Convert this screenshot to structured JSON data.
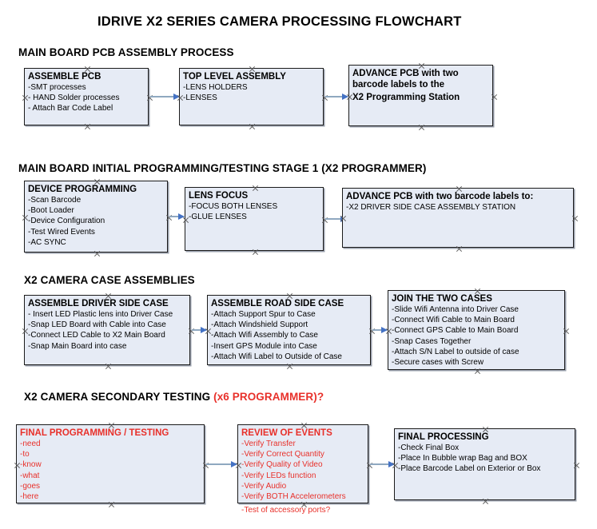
{
  "document": {
    "title": "IDRIVE X2  SERIES CAMERA PROCESSING FLOWCHART"
  },
  "sections": [
    {
      "id": "main-board-pcb-assembly",
      "heading": "MAIN BOARD PCB ASSEMBLY PROCESS",
      "heading_accent": ""
    },
    {
      "id": "main-board-initial-programming",
      "heading": "MAIN BOARD INITIAL PROGRAMMING/TESTING STAGE 1 (X2 PROGRAMMER)",
      "heading_accent": ""
    },
    {
      "id": "x2-camera-case-assemblies",
      "heading": "X2 CAMERA CASE ASSEMBLIES",
      "heading_accent": ""
    },
    {
      "id": "x2-camera-secondary-testing",
      "heading": "X2 CAMERA SECONDARY TESTING ",
      "heading_accent": "(x6 PROGRAMMER)?"
    }
  ],
  "nodes": {
    "assemble_pcb": {
      "title": "ASSEMBLE PCB",
      "lines": [
        "-SMT processes",
        "- HAND Solder processes",
        "- Attach Bar Code Label"
      ]
    },
    "top_level_assembly": {
      "title": "TOP LEVEL ASSEMBLY",
      "lines": [
        "-LENS HOLDERS",
        "-LENSES"
      ]
    },
    "advance_pcb_to_station": {
      "title": "ADVANCE PCB with two",
      "lines": [
        "barcode labels to the",
        " X2 Programming Station"
      ]
    },
    "device_programming": {
      "title": "DEVICE PROGRAMMING",
      "lines": [
        "-Scan Barcode",
        "-Boot Loader",
        "-Device Configuration",
        "-Test Wired Events",
        "-AC SYNC"
      ]
    },
    "lens_focus": {
      "title": "LENS FOCUS",
      "lines": [
        "-FOCUS BOTH LENSES",
        "-GLUE LENSES"
      ]
    },
    "advance_pcb_driver_side": {
      "title": "ADVANCE PCB with two barcode labels to:",
      "lines": [
        "-X2 DRIVER  SIDE  CASE  ASSEMBLY STATION"
      ]
    },
    "assemble_driver_side_case": {
      "title": "ASSEMBLE DRIVER SIDE CASE",
      "lines": [
        "- Insert LED Plastic lens into Driver Case",
        "-Snap LED Board with Cable into Case",
        "-Connect LED Cable to X2 Main Board",
        "-Snap Main Board into case"
      ]
    },
    "assemble_road_side_case": {
      "title": "ASSEMBLE ROAD SIDE CASE",
      "lines": [
        "-Attach Support Spur to Case",
        "-Attach Windshield Support",
        "-Attach Wifi Assembly to Case",
        "-Insert GPS Module into Case",
        "-Attach Wifi Label to Outside of Case"
      ]
    },
    "join_the_two_cases": {
      "title": "JOIN THE TWO CASES",
      "lines": [
        "-Slide Wifi Antenna into Driver Case",
        "-Connect Wifi Cable to Main Board",
        "-Connect GPS Cable to Main Board",
        "-Snap Cases Together",
        "-Attach S/N Label to outside of case",
        "-Secure cases with Screw"
      ]
    },
    "final_programming_testing": {
      "title": "FINAL PROGRAMMING / TESTING",
      "lines": [
        "-need",
        "-to",
        "-know",
        "-what",
        "-goes",
        "-here"
      ]
    },
    "review_of_events": {
      "title": "REVIEW OF EVENTS",
      "lines": [
        "-Verify Transfer",
        "-Verify Correct Quantity",
        "-Verify Quality of Video",
        "-Verify LEDs function",
        "-Verify Audio",
        "-Verify BOTH Accelerometers"
      ],
      "overflow_line": "-Test of accessory ports?"
    },
    "final_processing": {
      "title": "FINAL PROCESSING",
      "lines": [
        " -Check Final Box",
        "-Place In Bubble wrap Bag and BOX",
        "-Place Barcode Label on Exterior or Box"
      ]
    }
  },
  "colors": {
    "node_fill": "#e6ebf5",
    "node_border": "#1b1b1b",
    "accent_red": "#e8302a",
    "arrow_line": "#8fa8c0",
    "arrow_head": "#4472c4"
  }
}
